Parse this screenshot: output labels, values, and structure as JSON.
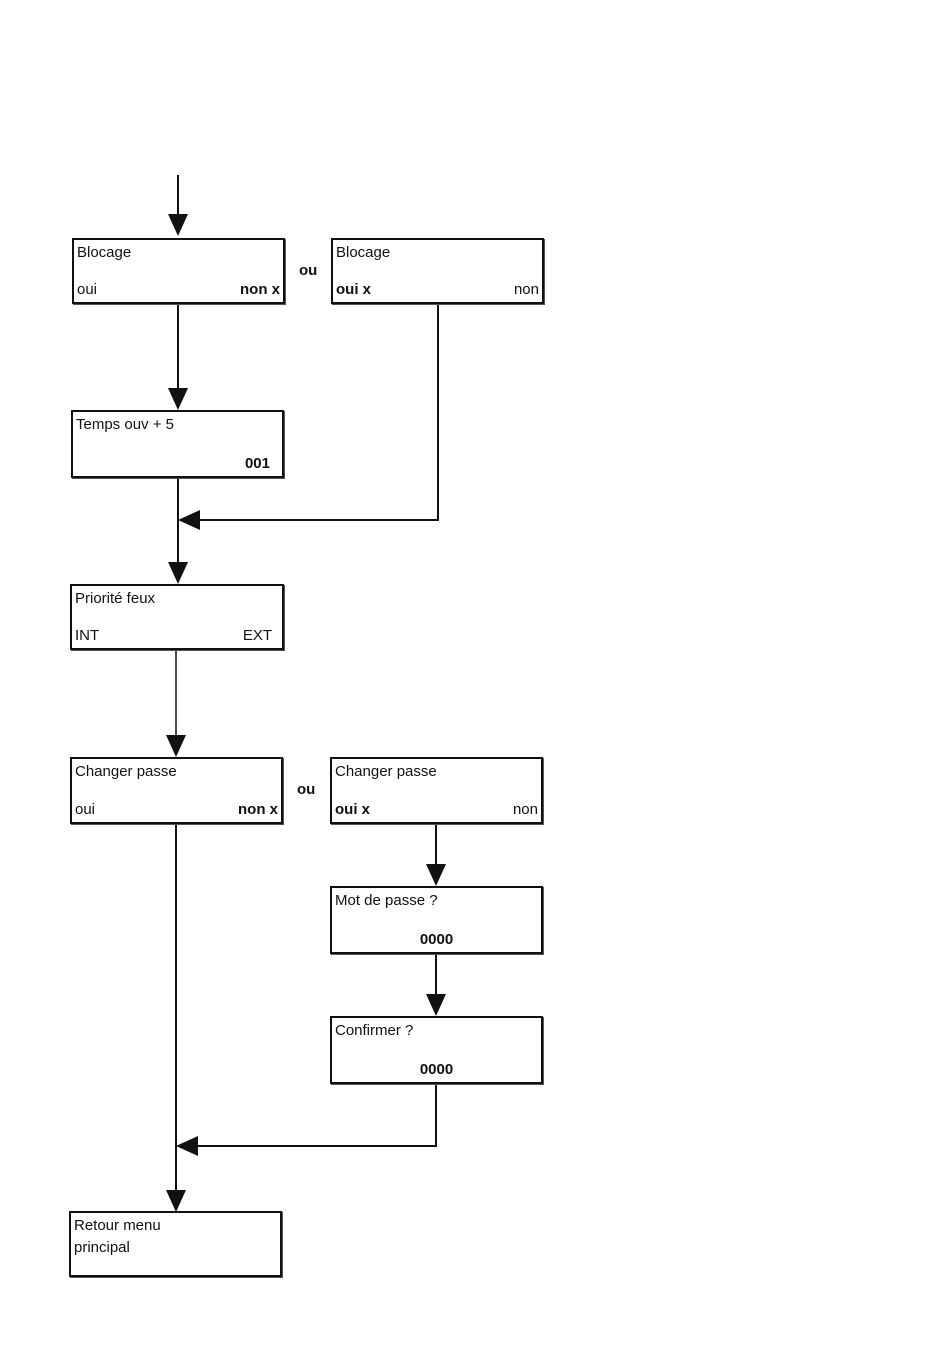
{
  "boxes": {
    "blocage_a": {
      "title": "Blocage",
      "left": "oui",
      "right": "non x"
    },
    "blocage_b": {
      "title": "Blocage",
      "left": "oui x",
      "right": "non"
    },
    "temps": {
      "title": "Temps ouv + 5",
      "value": "001"
    },
    "priorite": {
      "title": "Priorité feux",
      "left": "INT",
      "right": "EXT"
    },
    "changer_a": {
      "title": "Changer passe",
      "left": "oui",
      "right": "non x"
    },
    "changer_b": {
      "title": "Changer passe",
      "left": "oui x",
      "right": "non"
    },
    "mot_de_passe": {
      "title": "Mot de passe ?",
      "value": "0000"
    },
    "confirmer": {
      "title": "Confirmer ?",
      "value": "0000"
    },
    "retour": {
      "line1": "Retour menu",
      "line2": "principal"
    }
  },
  "connectors": {
    "or_1": "ou",
    "or_2": "ou"
  }
}
